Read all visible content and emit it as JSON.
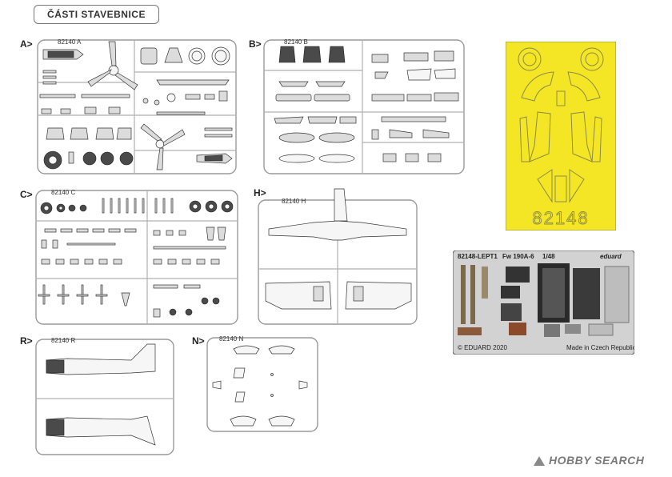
{
  "header": {
    "title": "ČÁSTI STAVEBNICE"
  },
  "sprues": {
    "a": {
      "letter": "A>",
      "code": "82140 A"
    },
    "b": {
      "letter": "B>",
      "code": "82140 B"
    },
    "c": {
      "letter": "C>",
      "code": "82140 C"
    },
    "h": {
      "letter": "H>",
      "code": "82140 H"
    },
    "r": {
      "letter": "R>",
      "code": "82140 R"
    },
    "n": {
      "letter": "N>",
      "code": "82140 N"
    }
  },
  "mask": {
    "code": "82148",
    "color": "#f5e625"
  },
  "photo_etch": {
    "code": "82148-LEPT1",
    "subject": "Fw 190A-6",
    "scale": "1/48",
    "brand": "eduard",
    "copyright": "© EDUARD 2020",
    "origin": "Made in Czech Republic"
  },
  "watermark": {
    "text": "HOBBY SEARCH",
    "color": "#7a7a7a"
  }
}
